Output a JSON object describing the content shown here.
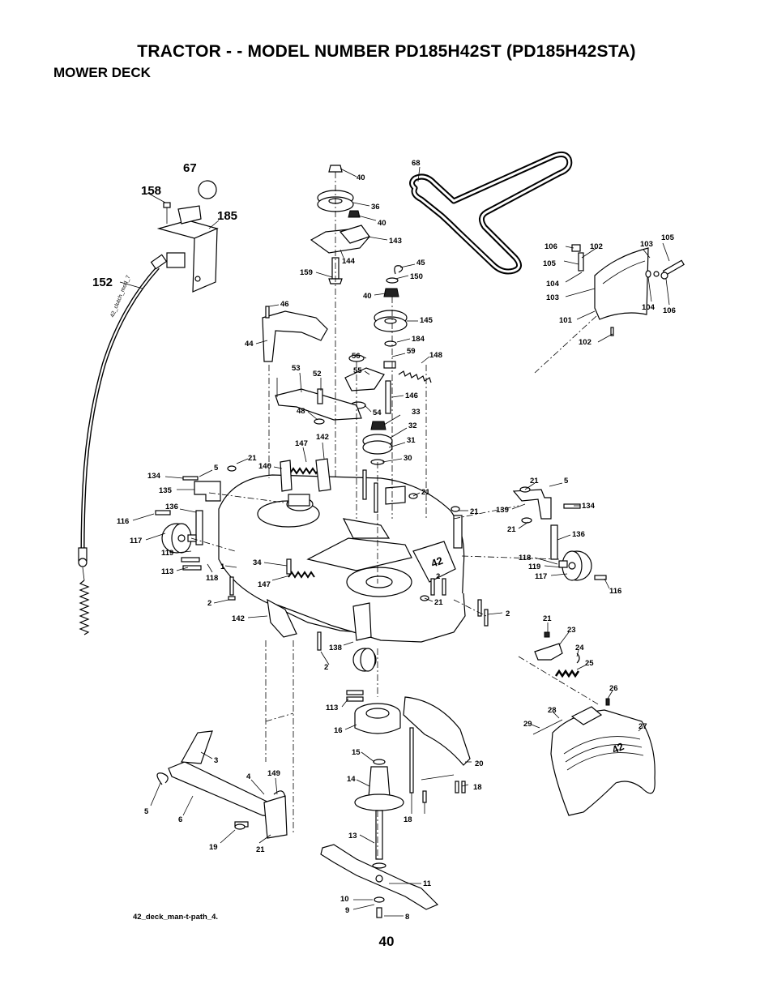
{
  "header": {
    "title": "TRACTOR - - MODEL NUMBER PD185H42ST (PD185H42STA)",
    "subtitle": "MOWER DECK"
  },
  "footer": {
    "file_id": "42_deck_man-t-path_4.",
    "page_number": "40"
  },
  "diagram": {
    "cable_text": "42_clutch_mod_7",
    "deck_logo": "42",
    "labels": {
      "p67": "67",
      "p158": "158",
      "p185": "185",
      "p152": "152",
      "p40a": "40",
      "p36": "36",
      "p40b": "40",
      "p143": "143",
      "p144": "144",
      "p159": "159",
      "p45": "45",
      "p150": "150",
      "p40c": "40",
      "p145": "145",
      "p184": "184",
      "p59": "59",
      "p148": "148",
      "p56": "56",
      "p55": "55",
      "p146": "146",
      "p54": "54",
      "p33": "33",
      "p32": "32",
      "p31": "31",
      "p30": "30",
      "p68": "68",
      "p46": "46",
      "p44": "44",
      "p53": "53",
      "p52": "52",
      "p48": "48",
      "p147a": "147",
      "p142a": "142",
      "p21a": "21",
      "p140": "140",
      "p134a": "134",
      "p5a": "5",
      "p135": "135",
      "p136a": "136",
      "p116a": "116",
      "p117a": "117",
      "p119a": "119",
      "p113a": "113",
      "p118a": "118",
      "p1": "1",
      "p34": "34",
      "p147b": "147",
      "p2a": "2",
      "p142b": "142",
      "p138": "138",
      "p2b": "2",
      "p21b": "21",
      "p21c": "21",
      "p2c": "2",
      "p21d": "21",
      "p2d": "2",
      "p106a": "106",
      "p102a": "102",
      "p103a": "103",
      "p105a": "105",
      "p105b": "105",
      "p104a": "104",
      "p103b": "103",
      "p101": "101",
      "p104b": "104",
      "p106b": "106",
      "p102b": "102",
      "p21e": "21",
      "p5b": "5",
      "p139": "139",
      "p134b": "134",
      "p21f": "21",
      "p136b": "136",
      "p118b": "118",
      "p119b": "119",
      "p117b": "117",
      "p116b": "116",
      "p21g": "21",
      "p23": "23",
      "p24": "24",
      "p25": "25",
      "p26": "26",
      "p28": "28",
      "p29": "29",
      "p27": "27",
      "p113b": "113",
      "p16": "16",
      "p15": "15",
      "p14": "14",
      "p20": "20",
      "p18a": "18",
      "p18b": "18",
      "p3": "3",
      "p4": "4",
      "p149": "149",
      "p5c": "5",
      "p6": "6",
      "p19": "19",
      "p21h": "21",
      "p13": "13",
      "p11": "11",
      "p10": "10",
      "p9": "9",
      "p8": "8"
    }
  }
}
